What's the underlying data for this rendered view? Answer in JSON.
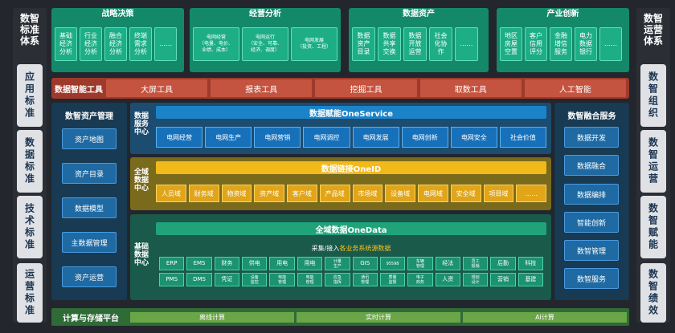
{
  "left_column": {
    "title": "数智\n标准\n体系",
    "items": [
      "应用标准",
      "数据标准",
      "技术标准",
      "运营标准"
    ]
  },
  "right_column": {
    "title": "数智\n运营\n体系",
    "items": [
      "数智组织",
      "数智运营",
      "数智赋能",
      "数智绩效"
    ]
  },
  "top_groups": [
    {
      "title": "战略决策",
      "items": [
        "基础\n经济\n分析",
        "行业\n经济\n分析",
        "融合\n经济\n分析",
        "终端\n需求\n分析",
        "……"
      ]
    },
    {
      "title": "经营分析",
      "items": [
        {
          "t": "电网经营\n（电量、电价、\n业绩、成本）",
          "sm": true
        },
        {
          "t": "电网运行\n（安全、可靠、\n经济、调度）",
          "sm": true
        },
        {
          "t": "电网发展\n（投资、工程）",
          "sm": true
        }
      ]
    },
    {
      "title": "数据资产",
      "items": [
        "数据\n资产\n目录",
        "数据\n共享\n交换",
        "数据\n开放\n运营",
        "社会\n化协\n作",
        "……"
      ]
    },
    {
      "title": "产业创新",
      "items": [
        "地区\n房屋\n空置",
        "客户\n信用\n评分",
        "金融\n增信\n服务",
        "电力\n数据\n银行",
        "……"
      ]
    }
  ],
  "tools": {
    "title": "数据智能工具",
    "items": [
      "大屏工具",
      "报表工具",
      "挖掘工具",
      "取数工具",
      "人工智能"
    ]
  },
  "asset_panel": {
    "title": "数智资产管理",
    "items": [
      "资产地图",
      "资产目录",
      "数据模型",
      "主数据管理",
      "资产运营"
    ]
  },
  "fusion_panel": {
    "title": "数智融合服务",
    "items": [
      "数据开发",
      "数据融合",
      "数据编排",
      "智能创新",
      "数智管理",
      "数智服务"
    ]
  },
  "service_center": {
    "label": "数据\n服务\n中心",
    "bar": "数据赋能OneService",
    "chips": [
      "电网经营",
      "电网生产",
      "电网营销",
      "电网调控",
      "电网发展",
      "电网创新",
      "电网安全",
      "社会价值"
    ]
  },
  "id_center": {
    "label": "全域\n数据\n中心",
    "bar": "数据链接OneID",
    "chips": [
      "人员域",
      "财务域",
      "物资域",
      "资产域",
      "客户域",
      "产品域",
      "市场域",
      "设备域",
      "电网域",
      "安全域",
      "项目域",
      "……"
    ]
  },
  "base_center": {
    "label": "基础\n数据\n中心",
    "bar": "全域数据OneData",
    "subtitle_prefix": "采集/接入",
    "subtitle_highlight": "各业务系统源数据",
    "row1": [
      "ERP",
      "EMS",
      "财务",
      "供电",
      "用电",
      "用电",
      "计量\n生产",
      "GIS",
      "95598",
      "车辆\n管理",
      "经法",
      "员工\n报销",
      "后勤",
      "科技"
    ],
    "row2": [
      "PMS",
      "DMS",
      "凭证",
      "设备\n监控",
      "电能\n管理",
      "电能\n管理",
      "应急\n指挥",
      "通讯\n管理",
      "质量\n监督",
      "电子\n商务",
      "人资",
      "规划\n设计",
      "营销",
      "基建"
    ]
  },
  "bottom": {
    "title": "计算与存储平台",
    "items": [
      "离线计算",
      "实时计算",
      "AI计算"
    ]
  }
}
